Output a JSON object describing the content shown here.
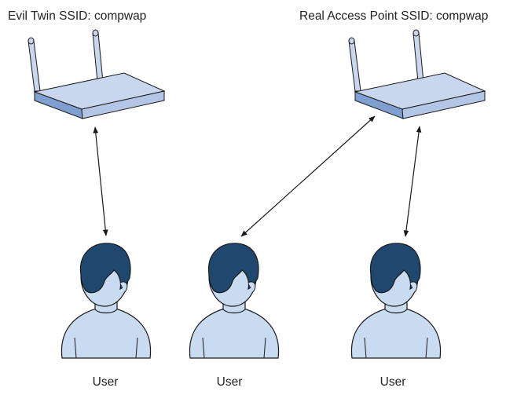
{
  "routers": [
    {
      "label": "Evil Twin SSID: compwap",
      "icon": "wireless-router-icon"
    },
    {
      "label": "Real Access Point SSID: compwap",
      "icon": "wireless-router-icon"
    }
  ],
  "users": [
    {
      "label": "User",
      "icon": "user-icon"
    },
    {
      "label": "User",
      "icon": "user-icon"
    },
    {
      "label": "User",
      "icon": "user-icon"
    }
  ],
  "colors": {
    "router_top": "#c9d7ee",
    "router_side": "#7f9fd0",
    "hair": "#20476e",
    "skin": "#c9dbf0",
    "outline": "#1a1a1a"
  }
}
